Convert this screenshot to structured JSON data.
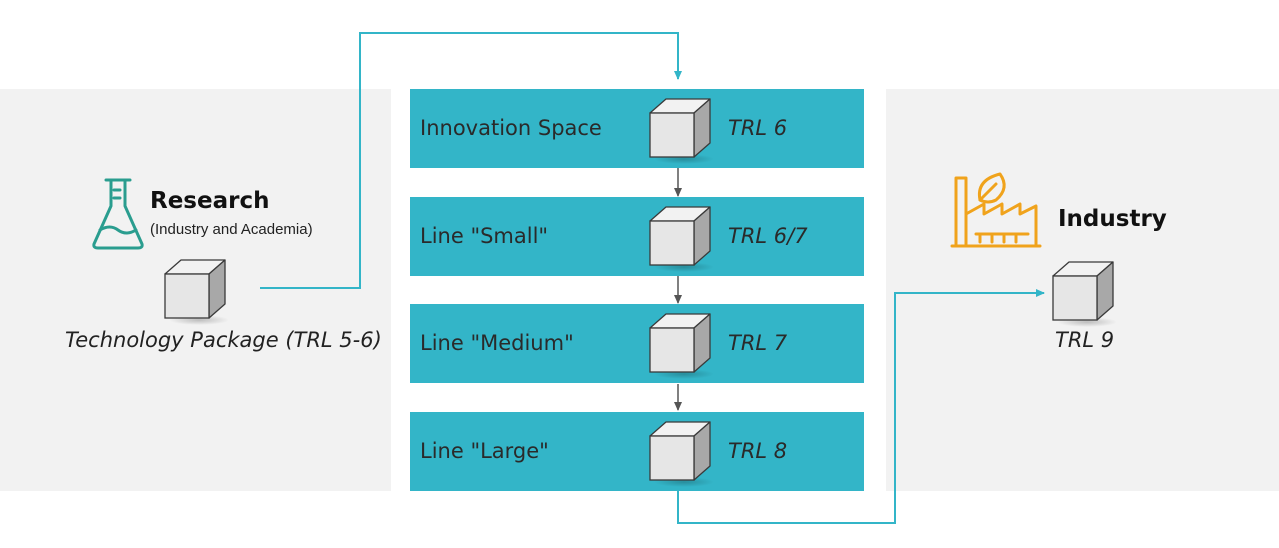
{
  "research": {
    "title": "Research",
    "subtitle": "(Industry and Academia)",
    "package_label": "Technology Package (TRL 5-6)"
  },
  "industry": {
    "title": "Industry",
    "trl": "TRL 9"
  },
  "stages": [
    {
      "label": "Innovation Space",
      "trl": "TRL 6"
    },
    {
      "label": "Line \"Small\"",
      "trl": "TRL 6/7"
    },
    {
      "label": "Line \"Medium\"",
      "trl": "TRL 7"
    },
    {
      "label": "Line \"Large\"",
      "trl": "TRL 8"
    }
  ],
  "icons": {
    "research": "flask-icon",
    "industry": "factory-leaf-icon",
    "package": "cube-icon"
  },
  "colors": {
    "stage_band": "#33b5c8",
    "side_panel": "#f2f2f2",
    "connector": "#33b5c8",
    "stage_arrow": "#555555",
    "research_icon": "#2a9d8f",
    "industry_icon": "#f0a31c",
    "cube_front": "#e6e6e6",
    "cube_top": "#f2f2f2",
    "cube_side": "#a8a8a8"
  }
}
